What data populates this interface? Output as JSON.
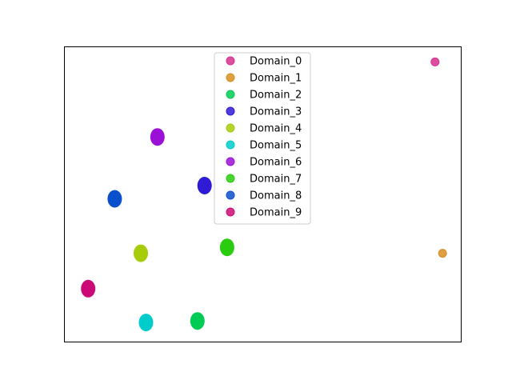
{
  "chart_data": {
    "type": "scatter",
    "title": "",
    "xlabel": "",
    "ylabel": "",
    "xlim": [
      0,
      100
    ],
    "ylim": [
      0,
      100
    ],
    "grid": false,
    "axes_ticks": false,
    "legend": {
      "placement": "top-center"
    },
    "series": [
      {
        "name": "Domain_0",
        "color": "#d62f8f",
        "points": [
          [
            93.5,
            95.0
          ]
        ]
      },
      {
        "name": "Domain_1",
        "color": "#d98e22",
        "points": [
          [
            95.4,
            30.0
          ]
        ]
      },
      {
        "name": "Domain_2",
        "color": "#00cc55",
        "points": [
          [
            33.5,
            7.0
          ]
        ]
      },
      {
        "name": "Domain_3",
        "color": "#2f1ad6",
        "points": [
          [
            35.3,
            53.0
          ]
        ]
      },
      {
        "name": "Domain_4",
        "color": "#a6cc0a",
        "points": [
          [
            19.2,
            30.0
          ]
        ]
      },
      {
        "name": "Domain_5",
        "color": "#00cccc",
        "points": [
          [
            20.5,
            6.5
          ]
        ]
      },
      {
        "name": "Domain_6",
        "color": "#9b10d6",
        "points": [
          [
            23.4,
            69.5
          ]
        ]
      },
      {
        "name": "Domain_7",
        "color": "#2acc10",
        "points": [
          [
            41.0,
            32.0
          ]
        ]
      },
      {
        "name": "Domain_8",
        "color": "#0a50cc",
        "points": [
          [
            12.6,
            48.5
          ]
        ]
      },
      {
        "name": "Domain_9",
        "color": "#cc0a77",
        "points": [
          [
            5.9,
            18.0
          ]
        ]
      }
    ]
  }
}
